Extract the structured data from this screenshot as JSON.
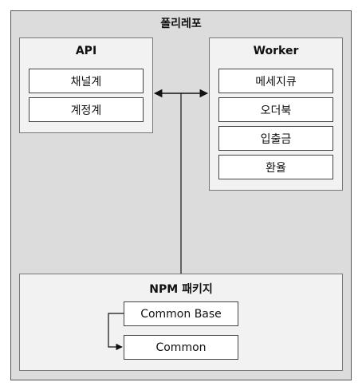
{
  "monorepo": {
    "title": "폴리레포"
  },
  "api": {
    "title": "API",
    "items": [
      "채널계",
      "계정계"
    ]
  },
  "worker": {
    "title": "Worker",
    "items": [
      "메세지큐",
      "오더북",
      "입출금",
      "환율"
    ]
  },
  "npm": {
    "title": "NPM 패키지",
    "items": [
      "Common Base",
      "Common"
    ]
  }
}
